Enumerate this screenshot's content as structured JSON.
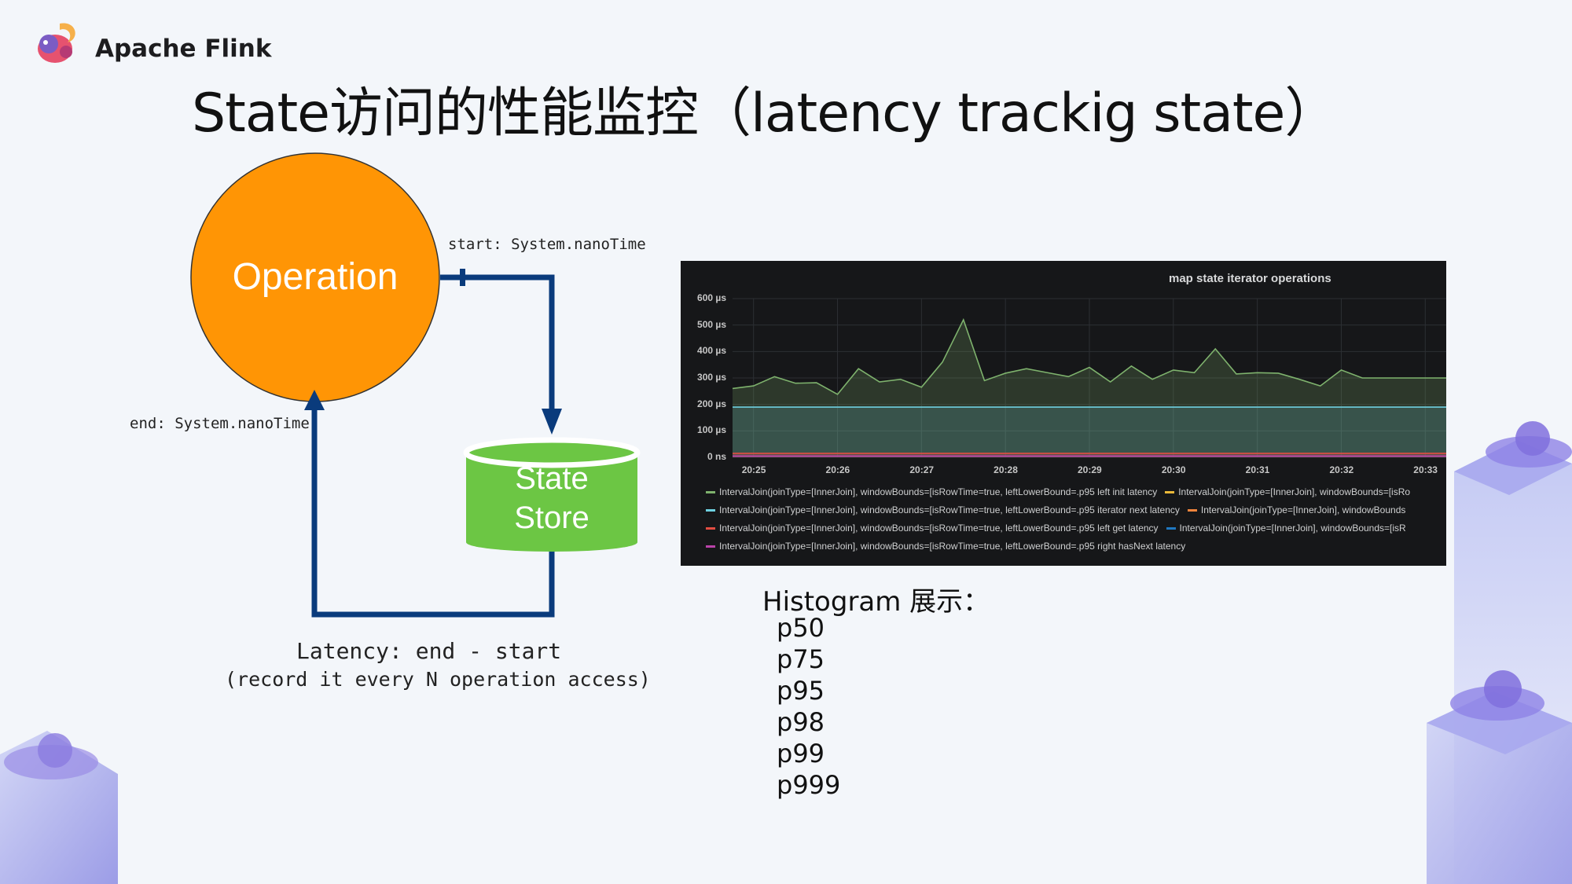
{
  "brand": {
    "name": "Apache Flink"
  },
  "slide": {
    "title": "State访问的性能监控（latency trackig state）"
  },
  "diagram": {
    "operation_label": "Operation",
    "state_store_label_line1": "State",
    "state_store_label_line2": "Store",
    "start_label": "start: System.nanoTime",
    "end_label": "end: System.nanoTime",
    "latency_formula": "Latency: end - start",
    "latency_note": "(record it every N operation access)",
    "colors": {
      "operation": "#ff9505",
      "state_store": "#6cc644",
      "arrows": "#0a3b7c"
    }
  },
  "dashboard": {
    "title": "map state iterator operations",
    "y_ticks": [
      "600 µs",
      "500 µs",
      "400 µs",
      "300 µs",
      "200 µs",
      "100 µs",
      "0 ns"
    ],
    "x_ticks": [
      "20:25",
      "20:26",
      "20:27",
      "20:28",
      "20:29",
      "20:30",
      "20:31",
      "20:32",
      "20:33"
    ],
    "legend": [
      [
        {
          "label": "IntervalJoin(joinType=[InnerJoin], windowBounds=[isRowTime=true, leftLowerBound=.p95 left init latency",
          "color": "#7eb26d"
        },
        {
          "label": "IntervalJoin(joinType=[InnerJoin], windowBounds=[isRo",
          "color": "#eab839"
        }
      ],
      [
        {
          "label": "IntervalJoin(joinType=[InnerJoin], windowBounds=[isRowTime=true, leftLowerBound=.p95 iterator next latency",
          "color": "#6ed0e0"
        },
        {
          "label": "IntervalJoin(joinType=[InnerJoin], windowBounds",
          "color": "#ef843c"
        }
      ],
      [
        {
          "label": "IntervalJoin(joinType=[InnerJoin], windowBounds=[isRowTime=true, leftLowerBound=.p95 left get latency",
          "color": "#e24d42"
        },
        {
          "label": "IntervalJoin(joinType=[InnerJoin], windowBounds=[isR",
          "color": "#1f78c1"
        }
      ],
      [
        {
          "label": "IntervalJoin(joinType=[InnerJoin], windowBounds=[isRowTime=true, leftLowerBound=.p95 right hasNext latency",
          "color": "#ba43a9"
        }
      ]
    ]
  },
  "chart_data": {
    "type": "area",
    "title": "map state iterator operations",
    "x_unit": "time",
    "y_unit": "µs",
    "ylim": [
      0,
      600
    ],
    "grid": true,
    "legend_placement": "bottom",
    "x": [
      "20:24:45",
      "20:25:00",
      "20:25:15",
      "20:25:30",
      "20:25:45",
      "20:26:00",
      "20:26:15",
      "20:26:30",
      "20:26:45",
      "20:27:00",
      "20:27:15",
      "20:27:30",
      "20:27:45",
      "20:28:00",
      "20:28:15",
      "20:28:30",
      "20:28:45",
      "20:29:00",
      "20:29:15",
      "20:29:30",
      "20:29:45",
      "20:30:00",
      "20:30:15",
      "20:30:30",
      "20:30:45",
      "20:31:00",
      "20:31:15",
      "20:31:30",
      "20:31:45",
      "20:32:00",
      "20:32:15",
      "20:32:30",
      "20:32:45",
      "20:33:00",
      "20:33:15"
    ],
    "series": [
      {
        "name": "IntervalJoin(joinType=[InnerJoin], windowBounds=[isRowTime=true, leftLowerBound=.p95 left init latency",
        "color": "#7eb26d",
        "values": [
          260,
          270,
          305,
          280,
          282,
          238,
          335,
          285,
          295,
          265,
          360,
          520,
          290,
          318,
          335,
          320,
          305,
          340,
          285,
          345,
          295,
          330,
          320,
          410,
          315,
          320,
          318,
          295,
          270,
          330,
          300,
          300,
          300,
          300,
          300
        ]
      },
      {
        "name": "IntervalJoin(joinType=[InnerJoin], windowBounds=[isRowTime=true, leftLowerBound=.p95 iterator next latency",
        "color": "#6ed0e0",
        "values": [
          190,
          190,
          190,
          190,
          190,
          190,
          190,
          190,
          190,
          190,
          190,
          190,
          190,
          190,
          190,
          190,
          190,
          190,
          190,
          190,
          190,
          190,
          190,
          190,
          190,
          190,
          190,
          190,
          190,
          190,
          190,
          190,
          190,
          190,
          190
        ]
      },
      {
        "name": "IntervalJoin(joinType=[InnerJoin], windowBounds=[isRowTime=true, leftLowerBound=.p95 left get latency",
        "color": "#e24d42",
        "values": [
          15,
          15,
          15,
          15,
          15,
          15,
          15,
          15,
          15,
          15,
          15,
          15,
          15,
          15,
          15,
          15,
          15,
          15,
          15,
          15,
          15,
          15,
          15,
          15,
          15,
          15,
          15,
          15,
          15,
          15,
          15,
          15,
          15,
          15,
          15
        ]
      },
      {
        "name": "IntervalJoin(joinType=[InnerJoin], windowBounds=[isRowTime=true, leftLowerBound=.p95 right hasNext latency",
        "color": "#ba43a9",
        "values": [
          5,
          5,
          5,
          5,
          5,
          5,
          5,
          5,
          5,
          5,
          5,
          5,
          5,
          5,
          5,
          5,
          5,
          5,
          5,
          5,
          5,
          5,
          5,
          5,
          5,
          5,
          5,
          5,
          5,
          5,
          5,
          5,
          5,
          5,
          5
        ]
      }
    ]
  },
  "histogram": {
    "heading": "Histogram 展示：",
    "percentiles": [
      "p50",
      "p75",
      "p95",
      "p98",
      "p99",
      "p999"
    ]
  }
}
